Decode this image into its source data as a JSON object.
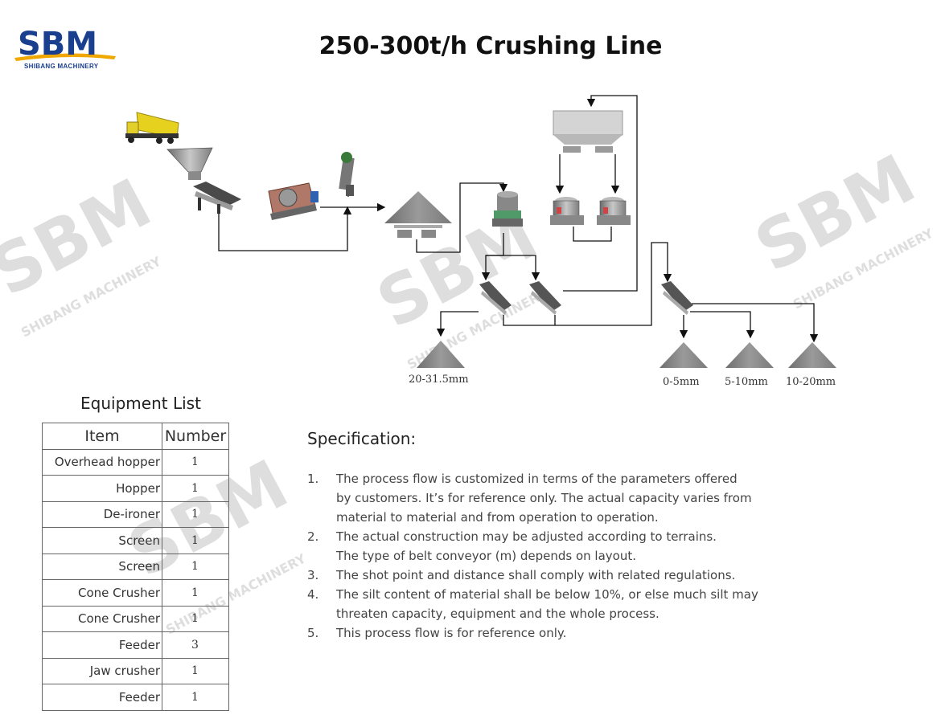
{
  "brand": {
    "name": "SBM",
    "subtitle": "SHIBANG MACHINERY",
    "primary_color": "#1b3f8f",
    "accent_color": "#f0a800"
  },
  "title": "250-300t/h Crushing Line",
  "diagram": {
    "pile_labels": [
      "20-31.5mm",
      "0-5mm",
      "5-10mm",
      "10-20mm"
    ],
    "colors": {
      "line": "#111111",
      "machine": "#8a8a8a",
      "pile": "#8c8c8c",
      "truck": "#e6d11e"
    }
  },
  "equipment_list": {
    "title": "Equipment List",
    "headers": [
      "Item",
      "Number"
    ],
    "rows": [
      {
        "item": "Overhead hopper",
        "number": "1"
      },
      {
        "item": "Hopper",
        "number": "1"
      },
      {
        "item": "De-ironer",
        "number": "1"
      },
      {
        "item": "Screen",
        "number": "1"
      },
      {
        "item": "Screen",
        "number": "1"
      },
      {
        "item": "Cone Crusher",
        "number": "1"
      },
      {
        "item": "Cone Crusher",
        "number": "1"
      },
      {
        "item": "Feeder",
        "number": "3"
      },
      {
        "item": "Jaw crusher",
        "number": "1"
      },
      {
        "item": "Feeder",
        "number": "1"
      }
    ]
  },
  "specification": {
    "title": "Specification:",
    "items": [
      {
        "num": "1.",
        "lines": [
          "The process flow is customized in terms of the parameters offered",
          "by customers. It’s for reference only. The actual capacity varies from",
          "material to material and from operation to operation."
        ]
      },
      {
        "num": "2.",
        "lines": [
          "The actual construction may be adjusted according to terrains.",
          "The type of belt conveyor (m) depends on layout."
        ]
      },
      {
        "num": "3.",
        "lines": [
          "The shot point and distance shall comply with related regulations."
        ]
      },
      {
        "num": "4.",
        "lines": [
          "The silt content of material shall be below 10%, or else much silt may",
          "threaten capacity, equipment and the whole process."
        ]
      },
      {
        "num": "5.",
        "lines": [
          "This process flow is for reference only."
        ]
      }
    ]
  },
  "watermark": {
    "text": "SBM",
    "subtext": "SHIBANG MACHINERY"
  }
}
